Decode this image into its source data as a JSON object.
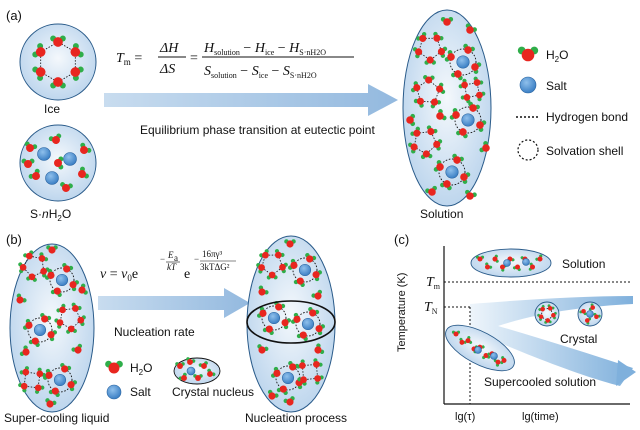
{
  "panel_a": {
    "label": "(a)",
    "ice_label": "Ice",
    "hydrate_label": "S·nH2O",
    "solution_label": "Solution",
    "arrow_caption": "Equilibrium phase transition at eutectic point",
    "equation": {
      "lhs": "Tm",
      "mid_num": "ΔH",
      "mid_den": "ΔS",
      "rhs_num": "Hsolution − Hice − HS·nH2O",
      "rhs_den": "Ssolution − Sice − SS·nH2O"
    },
    "legend": {
      "h2o": "H2O",
      "salt": "Salt",
      "hbond": "Hydrogen bond",
      "shell": "Solvation shell"
    }
  },
  "panel_b": {
    "label": "(b)",
    "equation": "ν = ν0 e^(−Ea/kT) e^(−16πγ³/3kTΔG²)",
    "rate_caption": "Nucleation rate",
    "left_label": "Super-cooling liquid",
    "right_label": "Nucleation process",
    "legend_h2o": "H2O",
    "legend_salt": "Salt",
    "crystal_nucleus": "Crystal nucleus"
  },
  "panel_c": {
    "label": "(c)",
    "ylabel": "Temperature (K)",
    "tm_tick": "Tm",
    "tn_tick": "TN",
    "xtick_tau": "lg(τ)",
    "xtick_time": "lg(time)",
    "solution": "Solution",
    "crystal": "Crystal",
    "supercooled": "Supercooled solution"
  },
  "colors": {
    "cell_fill": "#cfe2f3",
    "arrow": "#a9c8e6",
    "oxygen": "#e8261f",
    "hydrogen": "#2fae4a",
    "salt": "#4a8fd1"
  }
}
